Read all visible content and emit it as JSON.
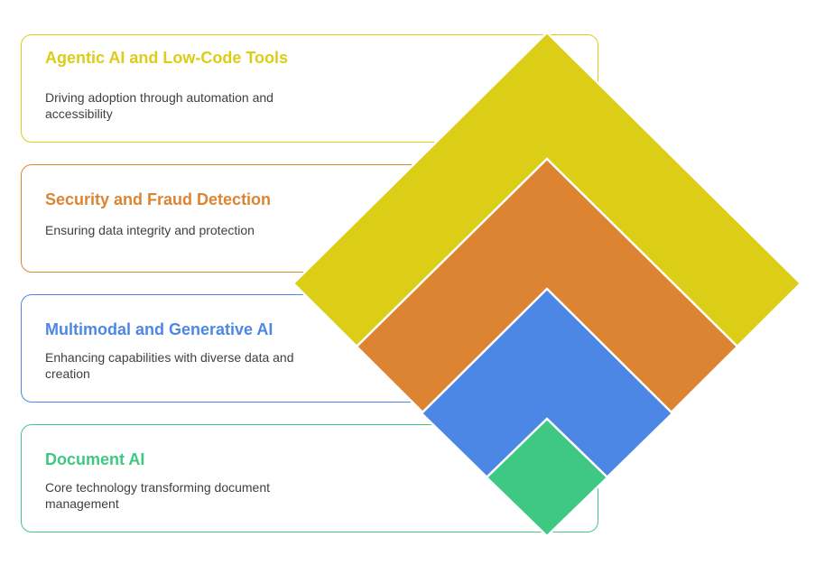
{
  "layers": [
    {
      "title": "Agentic AI and Low-Code Tools",
      "description": "Driving adoption through automation and accessibility",
      "color": "#dccd17"
    },
    {
      "title": "Security and Fraud Detection",
      "description": "Ensuring data integrity and protection",
      "color": "#dc8431"
    },
    {
      "title": "Multimodal and Generative AI",
      "description": "Enhancing capabilities with diverse data and creation",
      "color": "#4c87e5"
    },
    {
      "title": "Document AI",
      "description": "Core technology transforming document management",
      "color": "#3ec884"
    }
  ]
}
